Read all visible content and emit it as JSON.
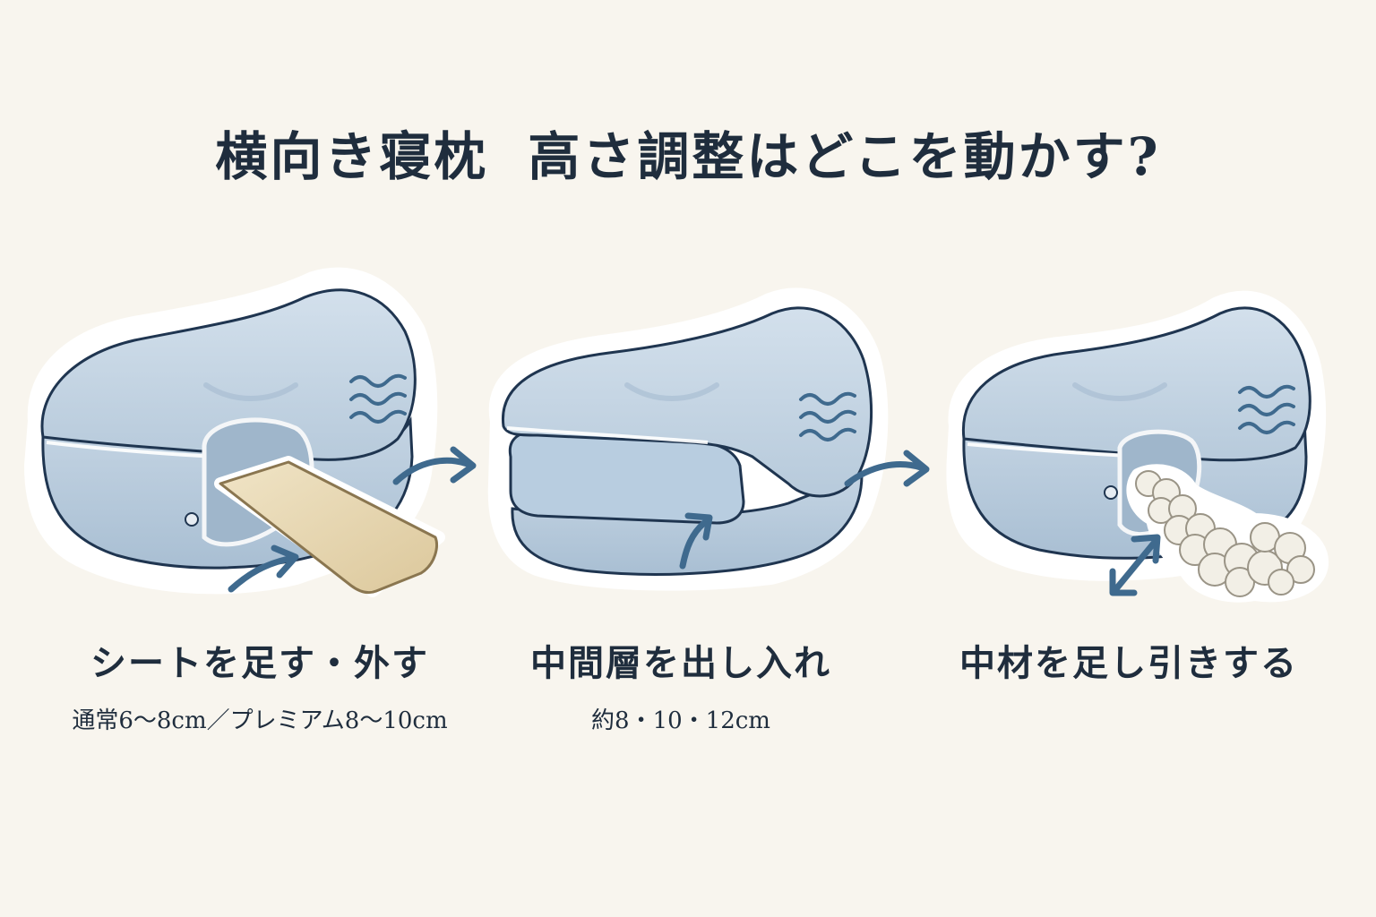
{
  "title": {
    "part1": "横向き寝枕",
    "part2": "高さ調整はどこを動かす?"
  },
  "steps": [
    {
      "label": "シートを足す・外す",
      "sub": "通常6～8cm／プレミアム8～10cm"
    },
    {
      "label": "中間層を出し入れ",
      "sub": "約8・10・12cm"
    },
    {
      "label": "中材を足し引きする",
      "sub": ""
    }
  ],
  "colors": {
    "background": "#f8f5ee",
    "pillow": "#c9d8e6",
    "pillow_shade": "#aec3d6",
    "outline": "#1f3550",
    "arrow": "#3f6a8e",
    "sheet": "#e8d9b5",
    "filling": "#f2efe6",
    "text": "#1f2d3d"
  },
  "icons": [
    "right-arrow-icon",
    "curved-up-arrow-icon",
    "double-arrow-icon",
    "wave-icon"
  ]
}
